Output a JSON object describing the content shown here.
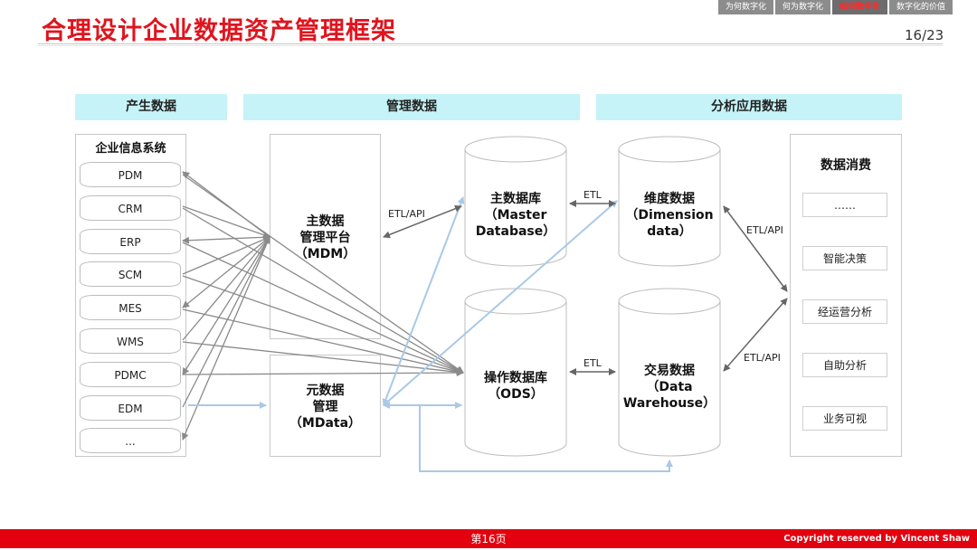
{
  "header": {
    "title": "合理设计企业数据资产管理框架",
    "tabs": [
      {
        "label": "为何数字化",
        "active": false
      },
      {
        "label": "何为数字化",
        "active": false
      },
      {
        "label": "如何数字化",
        "active": true
      },
      {
        "label": "数字化的价值",
        "active": false
      }
    ],
    "page_indicator": "16/23"
  },
  "sections": {
    "produce": "产生数据",
    "manage": "管理数据",
    "analyze": "分析应用数据"
  },
  "enterprise_systems": {
    "title": "企业信息系统",
    "items": [
      "PDM",
      "CRM",
      "ERP",
      "SCM",
      "MES",
      "WMS",
      "PDMC",
      "EDM",
      "..."
    ]
  },
  "management": {
    "mdm": [
      "主数据",
      "管理平台",
      "（MDM）"
    ],
    "mdata": [
      "元数据",
      "管理",
      "（MData）"
    ]
  },
  "databases": {
    "master": [
      "主数据库",
      "（Master",
      "Database）"
    ],
    "ods": [
      "操作数据库",
      "（ODS）"
    ],
    "dimension": [
      "维度数据",
      "（Dimension",
      "data）"
    ],
    "warehouse": [
      "交易数据",
      "（Data",
      "Warehouse）"
    ]
  },
  "consumption": {
    "title": "数据消费",
    "items": [
      "……",
      "智能决策",
      "经运营分析",
      "自助分析",
      "业务可视"
    ]
  },
  "flow_labels": {
    "mdm_master": "ETL/API",
    "master_dimension": "ETL",
    "ods_warehouse": "ETL",
    "dimension_consumption": "ETL/API",
    "warehouse_consumption": "ETL/API"
  },
  "footer": {
    "page": "第16页",
    "copyright": "Copyright reserved by Vincent Shaw"
  },
  "colors": {
    "title_red": "#e0141e",
    "footer_red": "#e3000f",
    "header_cyan": "#c5f3f7",
    "arrow_gray": "#8a8a8a",
    "arrow_blue": "#a9c9e6"
  }
}
